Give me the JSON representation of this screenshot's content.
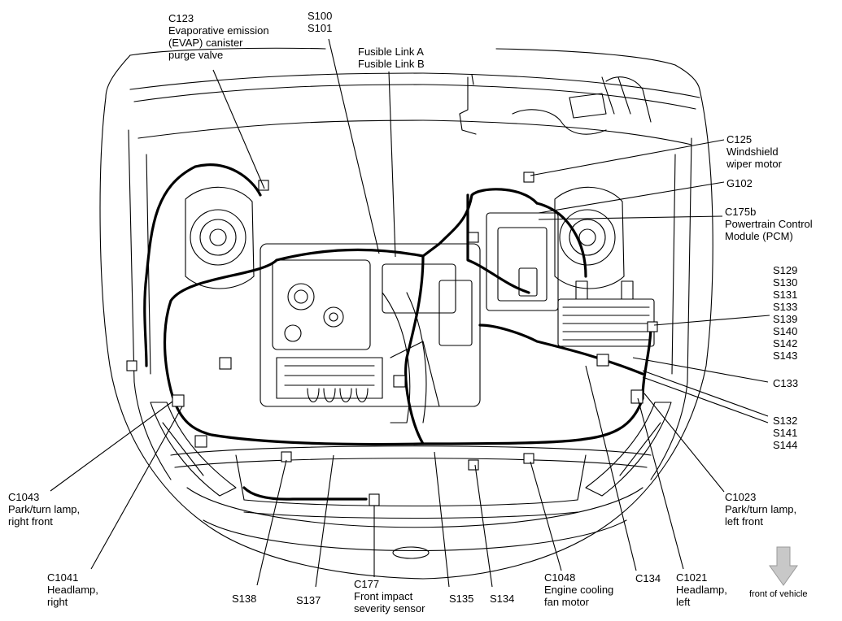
{
  "callouts": {
    "c123": [
      "C123",
      "Evaporative emission",
      "(EVAP) canister",
      "purge valve"
    ],
    "s100": [
      "S100",
      "S101"
    ],
    "fusible": [
      "Fusible Link A",
      "Fusible Link B"
    ],
    "c125": [
      "C125",
      "Windshield",
      "wiper motor"
    ],
    "g102": [
      "G102"
    ],
    "c175b": [
      "C175b",
      "Powertrain Control",
      "Module (PCM)"
    ],
    "s129": [
      "S129",
      "S130",
      "S131",
      "S133",
      "S139",
      "S140",
      "S142",
      "S143"
    ],
    "c133": [
      "C133"
    ],
    "s132": [
      "S132",
      "S141",
      "S144"
    ],
    "c1023": [
      "C1023",
      "Park/turn lamp,",
      "left front"
    ],
    "c1043": [
      "C1043",
      "Park/turn lamp,",
      "right front"
    ],
    "c1041": [
      "C1041",
      "Headlamp,",
      "right"
    ],
    "s138": [
      "S138"
    ],
    "s137": [
      "S137"
    ],
    "c177": [
      "C177",
      "Front impact",
      "severity sensor"
    ],
    "s135": [
      "S135"
    ],
    "s134": [
      "S134"
    ],
    "c1048": [
      "C1048",
      "Engine cooling",
      "fan motor"
    ],
    "c134": [
      "C134"
    ],
    "c1021": [
      "C1021",
      "Headlamp,",
      "left"
    ]
  },
  "orientation": {
    "label": "front of vehicle",
    "icon": "down-arrow-icon",
    "arrow_color": "#c8c8c8"
  }
}
